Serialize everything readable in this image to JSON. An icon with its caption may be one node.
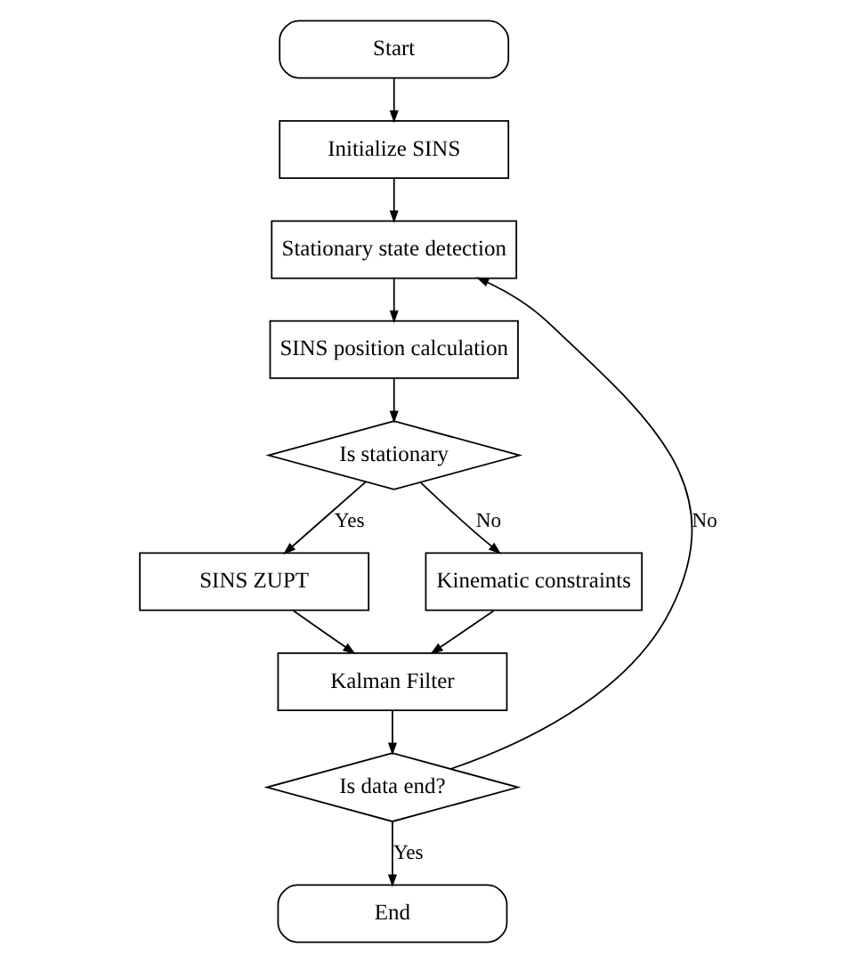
{
  "diagram": {
    "nodes": [
      {
        "text": [
          "Start"
        ]
      },
      {
        "text": [
          "Initialize SINS"
        ]
      },
      {
        "text": [
          "Stationary state detection"
        ]
      },
      {
        "text": [
          "SINS position calculation"
        ]
      },
      {
        "text": [
          "Is stationary"
        ]
      },
      {
        "text": [
          "SINS ZUPT"
        ]
      },
      {
        "text": [
          "Kinematic constraints"
        ]
      },
      {
        "text": [
          "Kalman Filter"
        ]
      },
      {
        "text": [
          "Is data end?"
        ]
      },
      {
        "text": [
          "End"
        ]
      }
    ],
    "edges": [
      {
        "from": 0,
        "to": 1,
        "arrow": "to"
      },
      {
        "from": 1,
        "to": 2,
        "arrow": "to"
      },
      {
        "from": 2,
        "to": 3,
        "arrow": "to"
      },
      {
        "from": 3,
        "to": 4,
        "arrow": "to"
      },
      {
        "from": 4,
        "to": 5,
        "label": "Yes",
        "arrow": "to"
      },
      {
        "from": 4,
        "to": 6,
        "label": "No",
        "arrow": "to"
      },
      {
        "from": 5,
        "to": 7,
        "arrow": "to"
      },
      {
        "from": 6,
        "to": 7,
        "arrow": "to"
      },
      {
        "from": 7,
        "to": 8,
        "arrow": "to"
      },
      {
        "from": 8,
        "to": 9,
        "label": "Yes",
        "arrow": "to"
      },
      {
        "from": 8,
        "to": 2,
        "label": "No",
        "arrow": "to"
      }
    ]
  }
}
